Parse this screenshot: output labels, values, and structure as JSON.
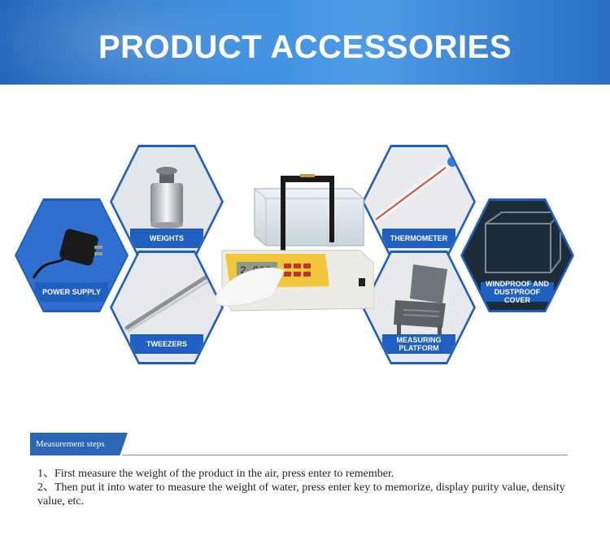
{
  "banner": {
    "title": "PRODUCT ACCESSORIES"
  },
  "accessories": {
    "power_supply": "POWER SUPPLY",
    "weights": "WEIGHTS",
    "tweezers": "TWEEZERS",
    "thermometer": "THERMOMETER",
    "platform_line1": "MEASURING",
    "platform_line2": "PLATFORM",
    "cover_line1": "WINDPROOF AND",
    "cover_line2": "DUSTPROOF COVER"
  },
  "device": {
    "display_value": "2.000"
  },
  "steps": {
    "header": "Measurement steps",
    "items": [
      "1、First measure the weight of the product in the air, press enter to remember.",
      "2、Then put it into water to measure the weight of water, press enter key to memorize, display purity value, density value, etc."
    ]
  },
  "colors": {
    "accent": "#1f5fbf",
    "banner": "#3c8fe0"
  }
}
